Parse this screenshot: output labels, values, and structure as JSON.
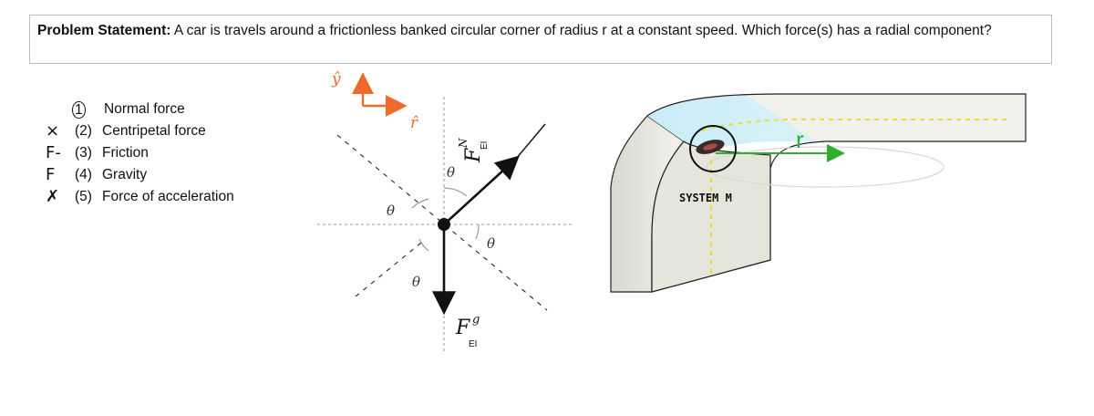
{
  "problem": {
    "label": "Problem Statement:",
    "text": " A car is travels around a frictionless banked circular corner of radius r at a constant speed.  Which force(s) has a radial component?"
  },
  "options": [
    {
      "number": "1",
      "label": "Normal force",
      "mark": "",
      "circled": true
    },
    {
      "number": "(2)",
      "label": "Centripetal force",
      "mark": "×"
    },
    {
      "number": "(3)",
      "label": "Friction",
      "mark": "F-"
    },
    {
      "number": "(4)",
      "label": "Gravity",
      "mark": "F"
    },
    {
      "number": "(5)",
      "label": "Force of acceleration",
      "mark": "✗"
    }
  ],
  "fbd": {
    "axis_y": "ŷ",
    "axis_r": "r̂",
    "theta": "θ",
    "normal_label": "F",
    "normal_sub": "EI",
    "normal_sup": "N",
    "gravity_label": "F",
    "gravity_sub": "EI",
    "gravity_sup": "g",
    "colors": {
      "axis": "#ee6a2c",
      "ink": "#111111",
      "dash": "#9a9a9a"
    }
  },
  "track": {
    "r_label": "r",
    "system_label": "SYSTEM M",
    "colors": {
      "radius": "#2fae2f",
      "path": "#e8df3a",
      "surface": "#dff3fa",
      "wall": "#e9e8e0"
    }
  }
}
